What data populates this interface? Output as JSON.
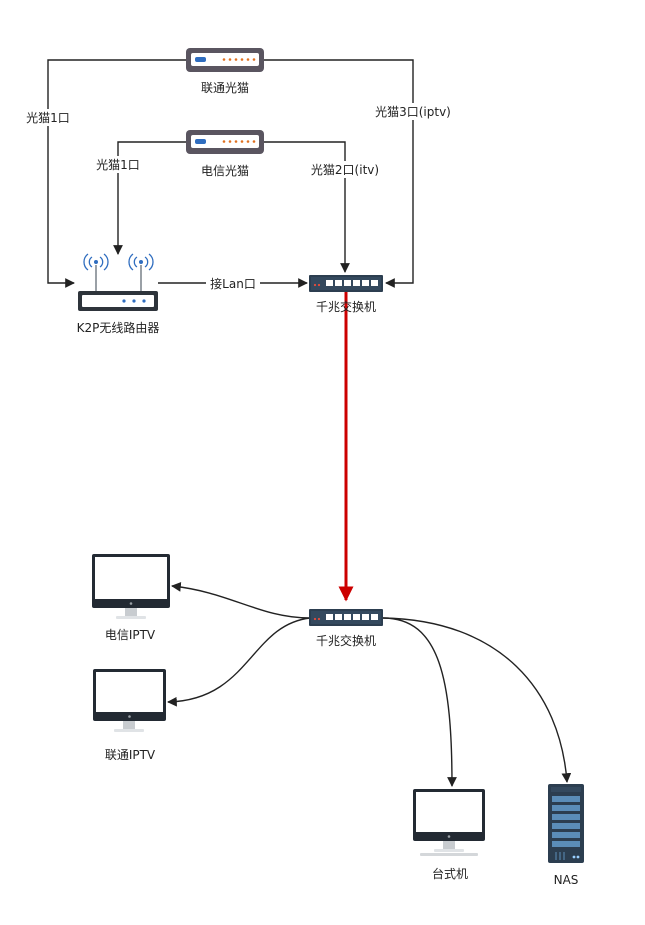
{
  "devices": {
    "unicom_modem": "联通光猫",
    "telecom_modem": "电信光猫",
    "router": "K2P无线路由器",
    "switch_top": "千兆交换机",
    "switch_bottom": "千兆交换机",
    "telecom_iptv": "电信IPTV",
    "unicom_iptv": "联通IPTV",
    "desktop": "台式机",
    "nas": "NAS"
  },
  "edges": {
    "unicom_to_router": "光猫1口",
    "unicom_to_switch": "光猫3口(iptv)",
    "telecom_to_router": "光猫1口",
    "telecom_to_switch": "光猫2口(itv)",
    "router_to_switch": "接Lan口"
  },
  "colors": {
    "line": "#222222",
    "uplink": "#cc0000",
    "modem_body": "#5a5560",
    "switch_body": "#2c3e50",
    "screen_frame": "#232a33"
  },
  "icons": {
    "modem": "modem-icon",
    "router": "router-icon",
    "switch": "switch-icon",
    "monitor": "monitor-icon",
    "server": "server-icon"
  }
}
